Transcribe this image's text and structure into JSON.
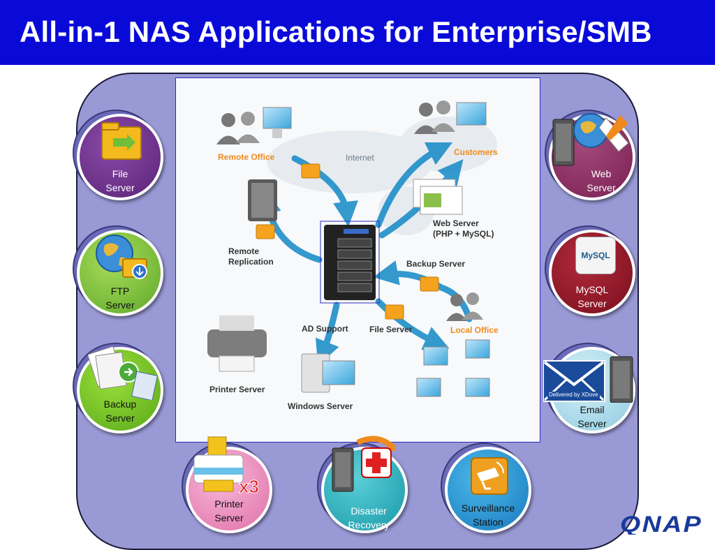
{
  "slide": {
    "title": "All-in-1 NAS Applications for Enterprise/SMB"
  },
  "nodes": {
    "file_server": [
      "File",
      "Server"
    ],
    "ftp_server": [
      "FTP",
      "Server"
    ],
    "backup_server": [
      "Backup",
      "Server"
    ],
    "web_server": [
      "Web",
      "Server"
    ],
    "mysql_server": [
      "MySQL",
      "Server"
    ],
    "email_server": [
      "Email",
      "Server"
    ],
    "printer_server": [
      "Printer",
      "Server"
    ],
    "disaster_recovery": [
      "Disaster",
      "Recovery"
    ],
    "surveillance_station": [
      "Surveillance",
      "Station"
    ]
  },
  "icons": {
    "mysql_text": "MySQL",
    "email_stamp": "Delivered by XDove",
    "printer_badge": "x3"
  },
  "diagram": {
    "internet": "Internet",
    "remote_office": "Remote Office",
    "customers": "Customers",
    "web_server": [
      "Web Server",
      "(PHP + MySQL)"
    ],
    "remote_replication": [
      "Remote",
      "Replication"
    ],
    "backup_server": "Backup Server",
    "ad_support": "AD Support",
    "file_server": "File Server",
    "local_office": "Local Office",
    "printer_server": "Printer Server",
    "windows_server": "Windows Server"
  },
  "logo": "QNAP",
  "colors": {
    "header": "#0a0ad8",
    "panel": "#9999d6",
    "label_orange": "#f08a1c",
    "arrow_blue": "#1f8fc9",
    "qnap_blue": "#1a3a9a"
  }
}
